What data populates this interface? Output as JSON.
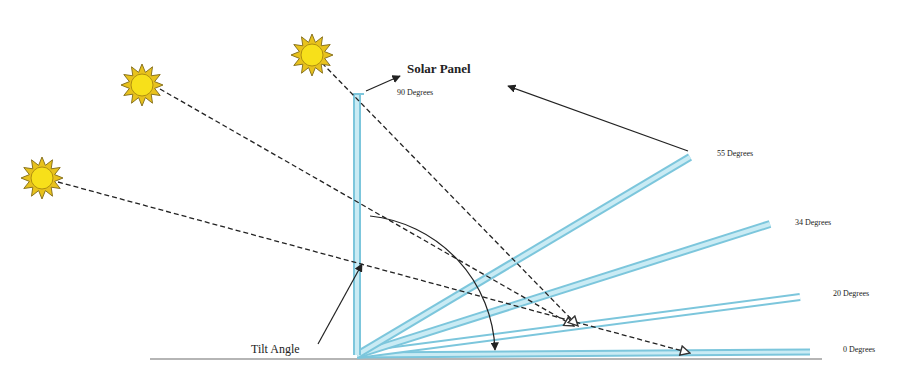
{
  "diagram": {
    "labels": [
      "Solar Panel",
      "90 Degrees",
      "55 Degrees",
      "34 Degrees",
      "20 Degrees",
      "0 Degrees",
      "Tilt Angle"
    ]
  }
}
